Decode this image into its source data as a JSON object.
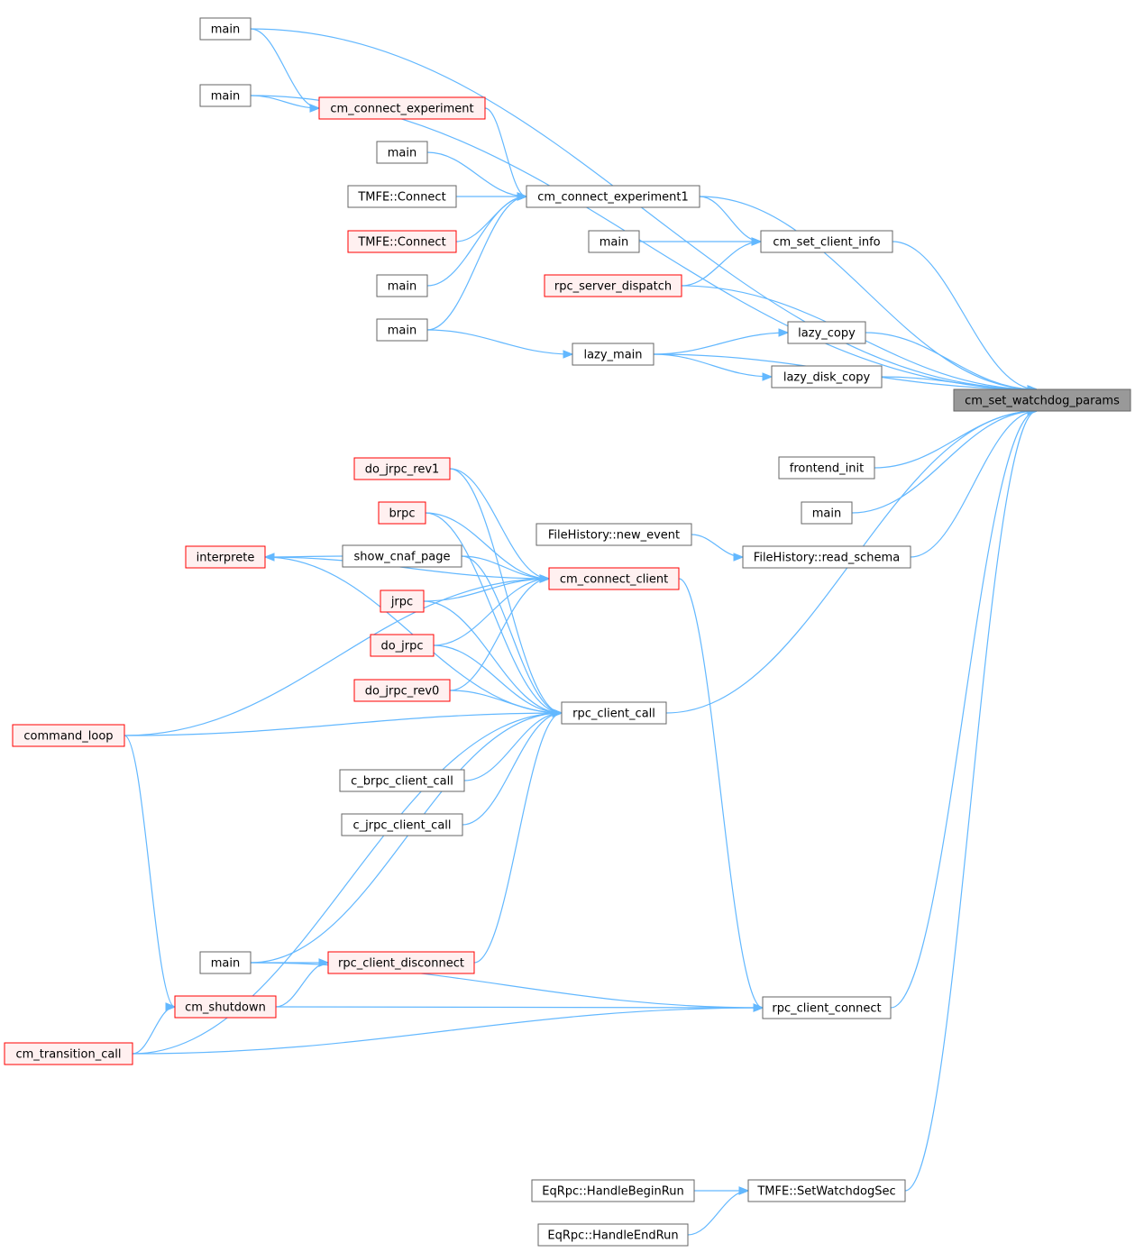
{
  "colors": {
    "edge": "#63b8ff",
    "normal_border": "#666666",
    "red_border": "#ff0000",
    "red_fill": "#fff0f0",
    "root_fill": "#999999"
  },
  "nodes": [
    {
      "id": "root",
      "label": "cm_set_watchdog_params",
      "kind": "root"
    },
    {
      "id": "main_a",
      "label": "main",
      "kind": "normal"
    },
    {
      "id": "main_b",
      "label": "main",
      "kind": "normal"
    },
    {
      "id": "cm_connect_experiment",
      "label": "cm_connect_experiment",
      "kind": "red"
    },
    {
      "id": "main_c",
      "label": "main",
      "kind": "normal"
    },
    {
      "id": "tmfe_connect_1",
      "label": "TMFE::Connect",
      "kind": "normal"
    },
    {
      "id": "cm_connect_experiment1",
      "label": "cm_connect_experiment1",
      "kind": "normal"
    },
    {
      "id": "tmfe_connect_2",
      "label": "TMFE::Connect",
      "kind": "red"
    },
    {
      "id": "main_d",
      "label": "main",
      "kind": "normal"
    },
    {
      "id": "cm_set_client_info",
      "label": "cm_set_client_info",
      "kind": "normal"
    },
    {
      "id": "rpc_server_dispatch",
      "label": "rpc_server_dispatch",
      "kind": "red"
    },
    {
      "id": "main_e",
      "label": "main",
      "kind": "normal"
    },
    {
      "id": "main_f",
      "label": "main",
      "kind": "normal"
    },
    {
      "id": "lazy_copy",
      "label": "lazy_copy",
      "kind": "normal"
    },
    {
      "id": "lazy_main",
      "label": "lazy_main",
      "kind": "normal"
    },
    {
      "id": "lazy_disk_copy",
      "label": "lazy_disk_copy",
      "kind": "normal"
    },
    {
      "id": "frontend_init",
      "label": "frontend_init",
      "kind": "normal"
    },
    {
      "id": "main_g",
      "label": "main",
      "kind": "normal"
    },
    {
      "id": "do_jrpc_rev1",
      "label": "do_jrpc_rev1",
      "kind": "red"
    },
    {
      "id": "brpc",
      "label": "brpc",
      "kind": "red"
    },
    {
      "id": "filehistory_new_event",
      "label": "FileHistory::new_event",
      "kind": "normal"
    },
    {
      "id": "filehistory_read_schema",
      "label": "FileHistory::read_schema",
      "kind": "normal"
    },
    {
      "id": "interprete",
      "label": "interprete",
      "kind": "red"
    },
    {
      "id": "show_cnaf_page",
      "label": "show_cnaf_page",
      "kind": "normal"
    },
    {
      "id": "cm_connect_client",
      "label": "cm_connect_client",
      "kind": "red"
    },
    {
      "id": "jrpc",
      "label": "jrpc",
      "kind": "red"
    },
    {
      "id": "do_jrpc",
      "label": "do_jrpc",
      "kind": "red"
    },
    {
      "id": "do_jrpc_rev0",
      "label": "do_jrpc_rev0",
      "kind": "red"
    },
    {
      "id": "rpc_client_call",
      "label": "rpc_client_call",
      "kind": "normal"
    },
    {
      "id": "command_loop",
      "label": "command_loop",
      "kind": "red"
    },
    {
      "id": "c_brpc_client_call",
      "label": "c_brpc_client_call",
      "kind": "normal"
    },
    {
      "id": "c_jrpc_client_call",
      "label": "c_jrpc_client_call",
      "kind": "normal"
    },
    {
      "id": "main_h",
      "label": "main",
      "kind": "normal"
    },
    {
      "id": "rpc_client_disconnect",
      "label": "rpc_client_disconnect",
      "kind": "red"
    },
    {
      "id": "cm_shutdown",
      "label": "cm_shutdown",
      "kind": "red"
    },
    {
      "id": "rpc_client_connect",
      "label": "rpc_client_connect",
      "kind": "normal"
    },
    {
      "id": "cm_transition_call",
      "label": "cm_transition_call",
      "kind": "red"
    },
    {
      "id": "eqrpc_handlebeginrun",
      "label": "EqRpc::HandleBeginRun",
      "kind": "normal"
    },
    {
      "id": "tmfe_setwatchdogsec",
      "label": "TMFE::SetWatchdogSec",
      "kind": "normal"
    },
    {
      "id": "eqrpc_handleendrun",
      "label": "EqRpc::HandleEndRun",
      "kind": "normal"
    }
  ],
  "edges": [
    [
      "main_a",
      "root"
    ],
    [
      "main_a",
      "cm_connect_experiment"
    ],
    [
      "main_b",
      "root"
    ],
    [
      "main_b",
      "cm_connect_experiment"
    ],
    [
      "cm_connect_experiment",
      "cm_connect_experiment1"
    ],
    [
      "main_c",
      "cm_connect_experiment1"
    ],
    [
      "tmfe_connect_1",
      "cm_connect_experiment1"
    ],
    [
      "tmfe_connect_2",
      "cm_connect_experiment1"
    ],
    [
      "main_e",
      "cm_connect_experiment1"
    ],
    [
      "main_f",
      "cm_connect_experiment1"
    ],
    [
      "cm_connect_experiment1",
      "root"
    ],
    [
      "cm_connect_experiment1",
      "cm_set_client_info"
    ],
    [
      "main_d",
      "cm_set_client_info"
    ],
    [
      "rpc_server_dispatch",
      "cm_set_client_info"
    ],
    [
      "cm_set_client_info",
      "root"
    ],
    [
      "rpc_server_dispatch",
      "root"
    ],
    [
      "main_f",
      "lazy_main"
    ],
    [
      "lazy_main",
      "lazy_copy"
    ],
    [
      "lazy_main",
      "lazy_disk_copy"
    ],
    [
      "lazy_main",
      "root"
    ],
    [
      "lazy_copy",
      "root"
    ],
    [
      "lazy_disk_copy",
      "root"
    ],
    [
      "frontend_init",
      "root"
    ],
    [
      "main_g",
      "root"
    ],
    [
      "filehistory_new_event",
      "filehistory_read_schema"
    ],
    [
      "filehistory_read_schema",
      "root"
    ],
    [
      "show_cnaf_page",
      "interprete"
    ],
    [
      "do_jrpc_rev1",
      "cm_connect_client"
    ],
    [
      "brpc",
      "cm_connect_client"
    ],
    [
      "show_cnaf_page",
      "cm_connect_client"
    ],
    [
      "jrpc",
      "cm_connect_client"
    ],
    [
      "do_jrpc",
      "cm_connect_client"
    ],
    [
      "do_jrpc_rev0",
      "cm_connect_client"
    ],
    [
      "interprete",
      "cm_connect_client"
    ],
    [
      "command_loop",
      "cm_connect_client"
    ],
    [
      "do_jrpc_rev1",
      "rpc_client_call"
    ],
    [
      "brpc",
      "rpc_client_call"
    ],
    [
      "show_cnaf_page",
      "rpc_client_call"
    ],
    [
      "jrpc",
      "rpc_client_call"
    ],
    [
      "do_jrpc",
      "rpc_client_call"
    ],
    [
      "do_jrpc_rev0",
      "rpc_client_call"
    ],
    [
      "command_loop",
      "rpc_client_call"
    ],
    [
      "c_brpc_client_call",
      "rpc_client_call"
    ],
    [
      "c_jrpc_client_call",
      "rpc_client_call"
    ],
    [
      "interprete",
      "rpc_client_call"
    ],
    [
      "main_h",
      "rpc_client_call"
    ],
    [
      "rpc_client_disconnect",
      "rpc_client_call"
    ],
    [
      "cm_transition_call",
      "rpc_client_call"
    ],
    [
      "rpc_client_call",
      "root"
    ],
    [
      "cm_connect_client",
      "rpc_client_connect"
    ],
    [
      "main_h",
      "rpc_client_disconnect"
    ],
    [
      "cm_shutdown",
      "rpc_client_disconnect"
    ],
    [
      "command_loop",
      "cm_shutdown"
    ],
    [
      "cm_transition_call",
      "cm_shutdown"
    ],
    [
      "main_h",
      "rpc_client_connect"
    ],
    [
      "cm_shutdown",
      "rpc_client_connect"
    ],
    [
      "cm_transition_call",
      "rpc_client_connect"
    ],
    [
      "rpc_client_connect",
      "root"
    ],
    [
      "eqrpc_handlebeginrun",
      "tmfe_setwatchdogsec"
    ],
    [
      "eqrpc_handleendrun",
      "tmfe_setwatchdogsec"
    ],
    [
      "tmfe_setwatchdogsec",
      "root"
    ]
  ]
}
